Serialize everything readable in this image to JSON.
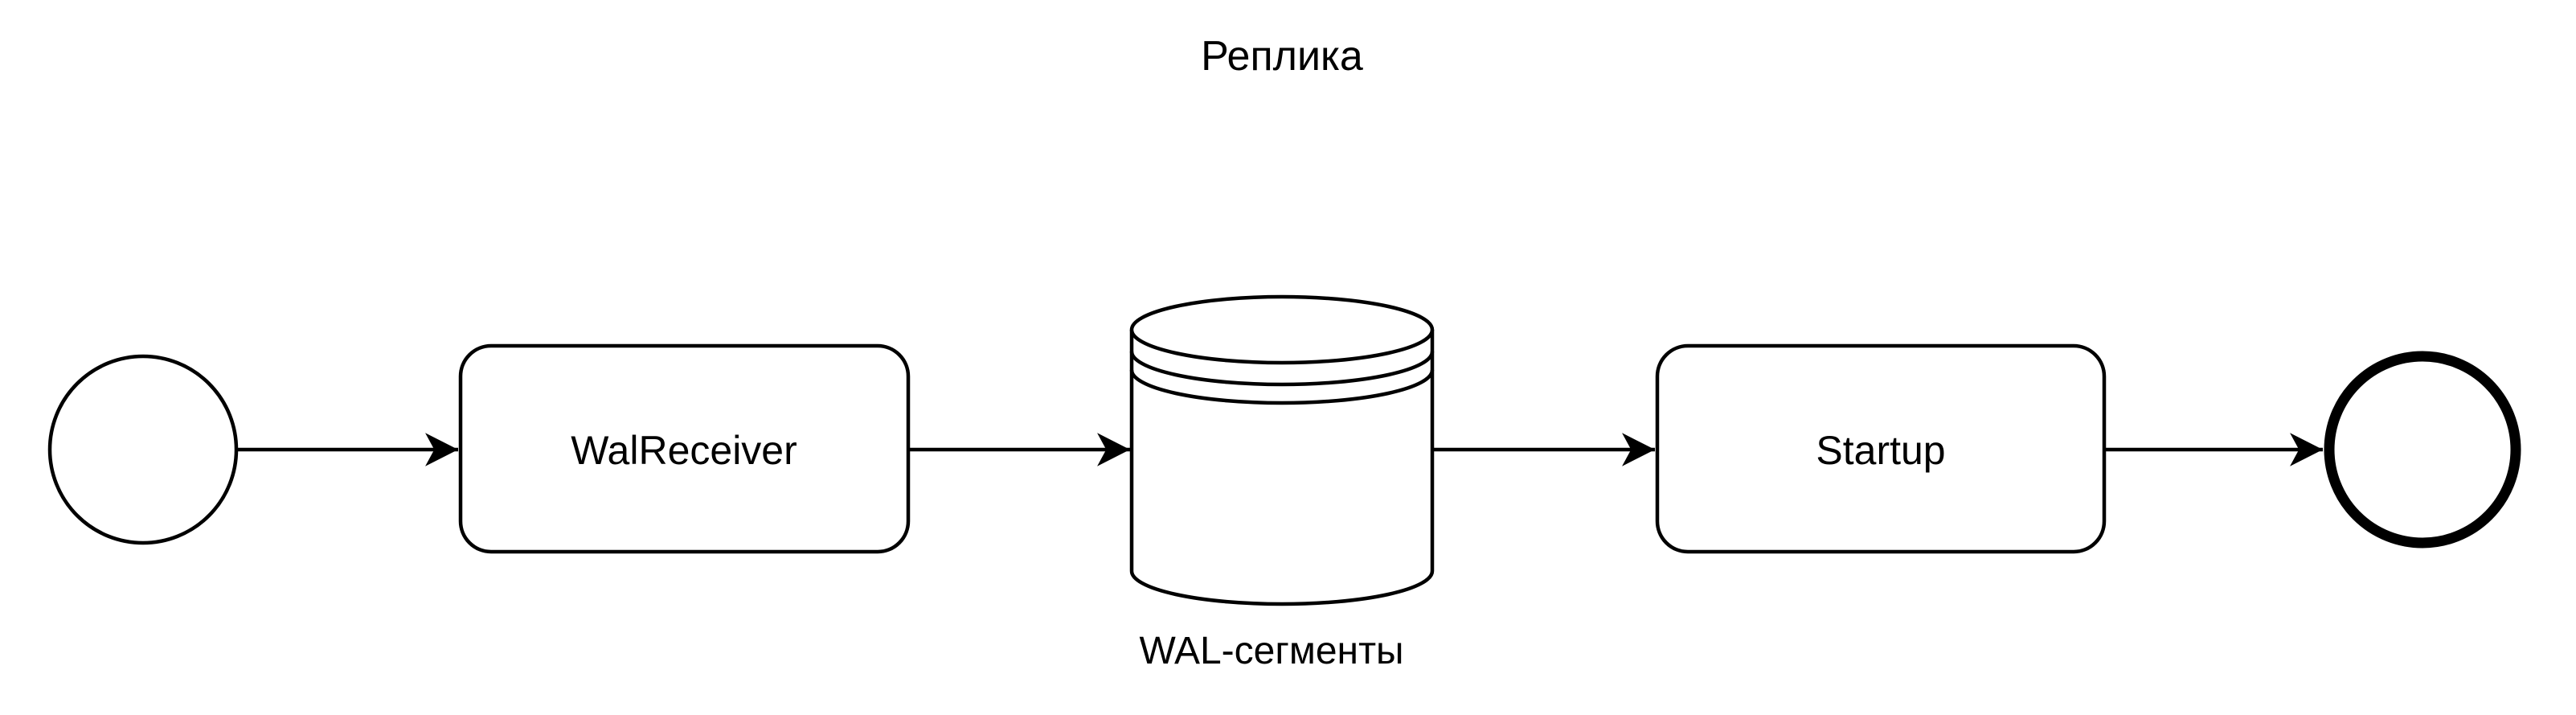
{
  "diagram": {
    "title": "Реплика",
    "nodes": [
      {
        "id": "start-event",
        "label": ""
      },
      {
        "id": "walreceiver-task",
        "label": "WalReceiver"
      },
      {
        "id": "wal-segments-datastore",
        "label": "WAL-сегменты"
      },
      {
        "id": "startup-task",
        "label": "Startup"
      },
      {
        "id": "end-event",
        "label": ""
      }
    ],
    "colors": {
      "ink": "#000000",
      "shape_fill": "#ffffff",
      "background": "#ffffff"
    }
  }
}
